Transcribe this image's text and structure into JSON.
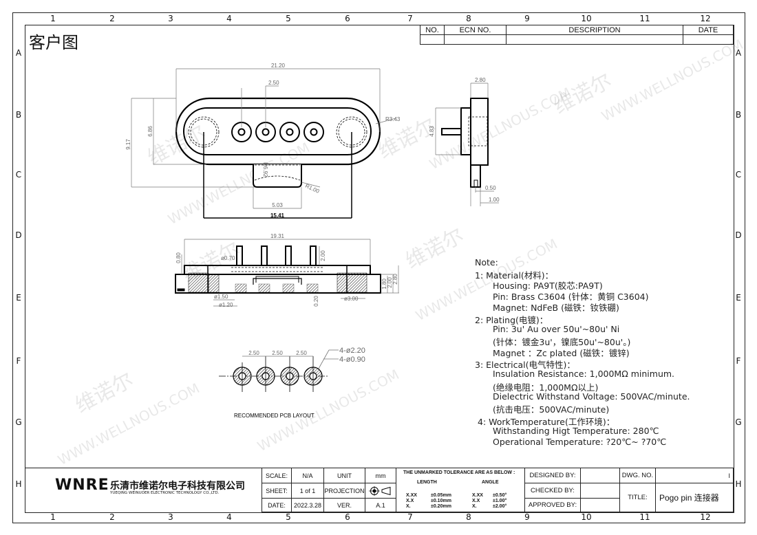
{
  "zones": {
    "columns": [
      "1",
      "2",
      "3",
      "4",
      "5",
      "6",
      "7",
      "8",
      "9",
      "10",
      "11",
      "12"
    ],
    "rows": [
      "A",
      "B",
      "C",
      "D",
      "E",
      "F",
      "G",
      "H"
    ]
  },
  "customer_label": "客户图",
  "revision_table": {
    "headers": [
      "NO.",
      "ECN NO.",
      "DESCRIPTION",
      "DATE"
    ]
  },
  "watermarks": {
    "cn": "维诺尔",
    "en": "WWW.WELLNOUS.COM"
  },
  "top_view": {
    "dims": [
      "21.20",
      "2.50",
      "9.17",
      "6.86",
      "R3.43",
      "R6.92",
      "R1.00",
      "5.03",
      "15.41"
    ]
  },
  "side_view": {
    "dims": [
      "2.80",
      "4.83",
      "0.50",
      "1.00"
    ]
  },
  "front_view": {
    "dims": [
      "19.31",
      "0.80",
      "ø0.70",
      "2.00",
      "1.80",
      "2.00",
      "2.80",
      "ø1.50",
      "ø1.20",
      "0.20",
      "ø3.00"
    ]
  },
  "pcb_layout": {
    "pitch": [
      "2.50",
      "2.50",
      "2.50"
    ],
    "callouts": [
      "4-ø2.20",
      "4-ø0.90"
    ],
    "caption": "RECOMMENDED PCB LAYOUT"
  },
  "notes": [
    "Note:",
    "1:  Material(材料)：",
    "Housing:  PA9T(胶芯:PA9T)",
    "Pin:  Brass  C3604  (针体：黄铜  C3604)",
    "Magnet:  NdFeB        (磁铁：钕铁硼)",
    "2:  Plating(电镀)：",
    "Pin:  3u'  Au  over  50u'~80u'  Ni",
    "(针体：镀金3u'，镍底50u'~80u'。)",
    "Magnet  ：Zc plated (磁铁：镀锌)",
    "3:  Electrical(电气特性)：",
    "Insulation  Resistance:  1,000MΩ  minimum.",
    "(绝缘电阻：1,000MΩ以上)",
    "Dielectric  Withstand  Voltage:  500VAC/minute.",
    "(抗击电压：500VAC/minute)",
    "4:  WorkTemperature(工作环境)：",
    "Withstanding  Higt  Temperature:  280℃",
    "Operational  Temperature:  ?20℃~  ?70℃"
  ],
  "title_block": {
    "logo": "WNRE",
    "company_cn": "乐清市维诺尔电子科技有限公司",
    "company_en": "YUEQING WEINUOER ELECTRONIC TECHNOLOGY CO.,LTD.",
    "scale_label": "SCALE:",
    "scale": "N/A",
    "unit_label": "UNIT",
    "unit": "mm",
    "sheet_label": "SHEET:",
    "sheet": "1  of  1",
    "projection_label": "PROJECTION",
    "date_label": "DATE:",
    "date": "2022.3.28",
    "ver_label": "VER.",
    "ver": "A.1",
    "tolerance_title": "THE UNMARKED TOLERANCE ARE AS BELOW :",
    "length_label": "LENGTH",
    "angle_label": "ANGLE",
    "length_tol": [
      [
        "X.XX",
        "±0.05mm"
      ],
      [
        "X.X",
        "±0.10mm"
      ],
      [
        "X.",
        "±0.20mm"
      ]
    ],
    "angle_tol": [
      [
        "X.XX",
        "±0.50°"
      ],
      [
        "X.X",
        "±1.00°"
      ],
      [
        "X.",
        "±2.00°"
      ]
    ],
    "designed_label": "DESIGNED  BY:",
    "checked_label": "CHECKED  BY:",
    "approved_label": "APPROVED  BY:",
    "dwg_no_label": "DWG.  NO.",
    "dwg_no": "I",
    "title_label": "TITLE:",
    "title": "Pogo  pin  连接器"
  }
}
